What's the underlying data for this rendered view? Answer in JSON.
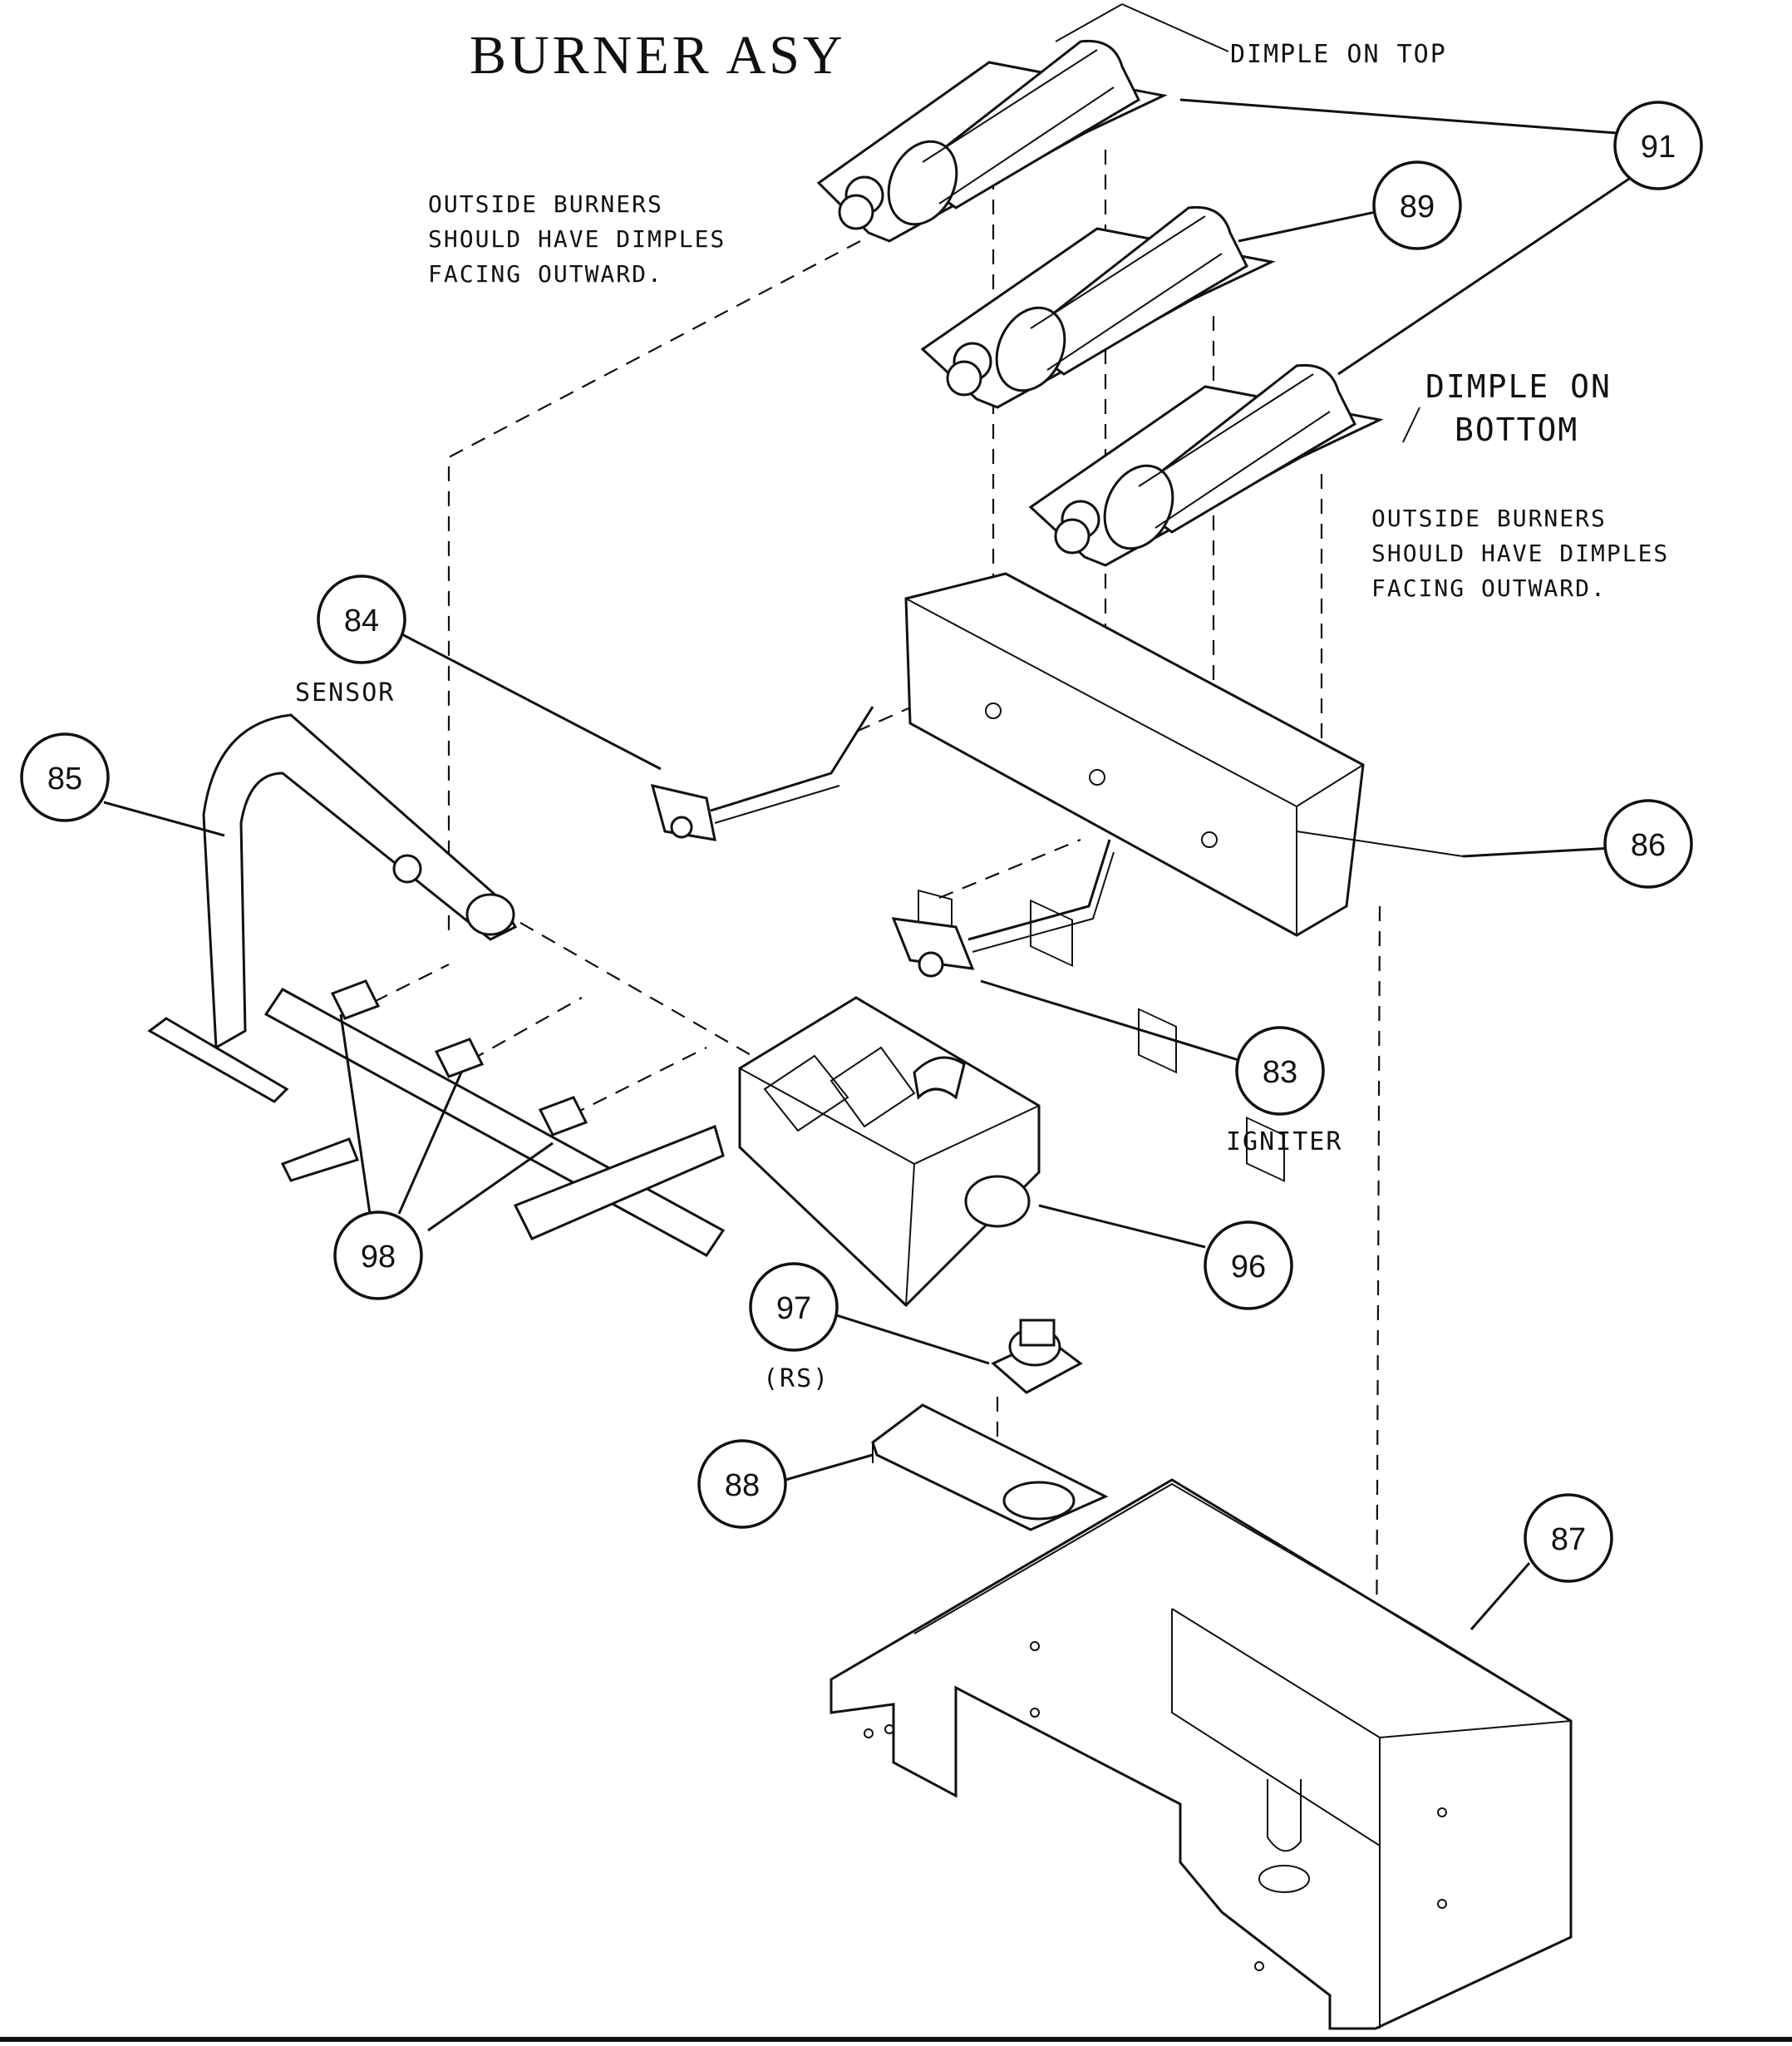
{
  "title": "BURNER ASY",
  "notes": {
    "dimple_top": "DIMPLE ON TOP",
    "dimple_bottom_1": "DIMPLE ON",
    "dimple_bottom_2": "BOTTOM",
    "outside_left": [
      "OUTSIDE BURNERS",
      "SHOULD HAVE DIMPLES",
      "FACING OUTWARD."
    ],
    "outside_right": [
      "OUTSIDE BURNERS",
      "SHOULD HAVE DIMPLES",
      "FACING OUTWARD."
    ]
  },
  "labels": {
    "sensor": "SENSOR",
    "igniter": "IGNITER",
    "rs": "(RS)"
  },
  "callouts": {
    "c91": "91",
    "c89": "89",
    "c84": "84",
    "c85": "85",
    "c86": "86",
    "c83": "83",
    "c98": "98",
    "c96": "96",
    "c97": "97",
    "c88": "88",
    "c87": "87"
  }
}
